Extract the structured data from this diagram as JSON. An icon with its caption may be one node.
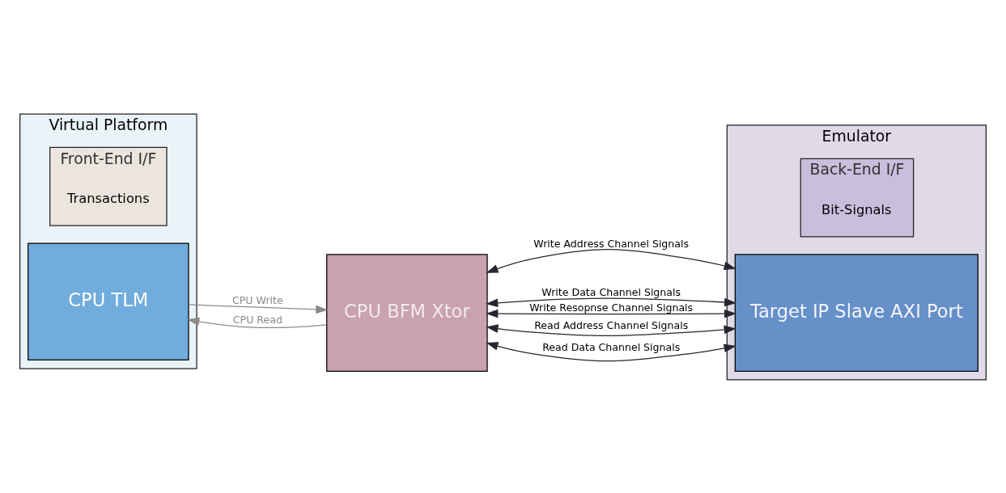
{
  "diagram": {
    "nodes": [
      {
        "text": [
          "Virtual Platform"
        ]
      },
      {
        "text": [
          "Front-End I/F"
        ],
        "in": 0
      },
      {
        "text": [
          "CPU TLM"
        ],
        "in": 0
      },
      {
        "text": [
          "Emulator"
        ]
      },
      {
        "text": [
          "Back-End I/F"
        ],
        "in": 3
      },
      {
        "text": [
          "CPU BFM Xtor"
        ]
      },
      {
        "text": [
          "Target IP Slave AXI Port"
        ],
        "in": 3
      }
    ],
    "edges": [
      {
        "from": 2,
        "to": 5,
        "arrow": "to",
        "label": "CPU Write",
        "color": "#8c8a86"
      },
      {
        "from": 5,
        "to": 2,
        "arrow": "to",
        "label": "CPU Read",
        "color": "#8c8a86"
      },
      {
        "from": 5,
        "to": 6,
        "arrow": "both",
        "label": "Write Address Channel Signals"
      },
      {
        "from": 5,
        "to": 6,
        "arrow": "both",
        "label": "Write Data Channel Signals"
      },
      {
        "from": 5,
        "to": 6,
        "arrow": "both",
        "label": "Write Resopnse Channel Signals"
      },
      {
        "from": 5,
        "to": 6,
        "arrow": "both",
        "label": "Read Address Channel Signals"
      },
      {
        "from": 5,
        "to": 6,
        "arrow": "both",
        "label": "Read Data Channel Signals"
      }
    ],
    "labels": [
      "Transactions",
      "Bit-Signals"
    ]
  }
}
